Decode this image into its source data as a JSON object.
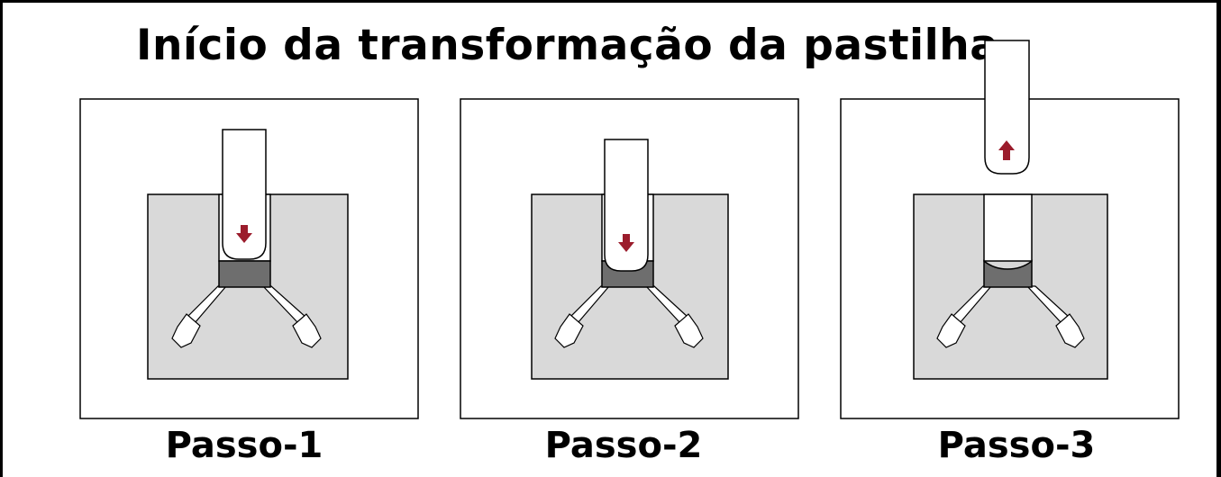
{
  "title": "Início da transformação da pastilha",
  "steps": [
    {
      "label": "Passo-1",
      "punch_direction": "down"
    },
    {
      "label": "Passo-2",
      "punch_direction": "down"
    },
    {
      "label": "Passo-3",
      "punch_direction": "up"
    }
  ],
  "colors": {
    "die_block": "#d9d9d9",
    "tablet": "#6e6e6e",
    "arrow": "#9b1c2c",
    "outline": "#000000"
  }
}
